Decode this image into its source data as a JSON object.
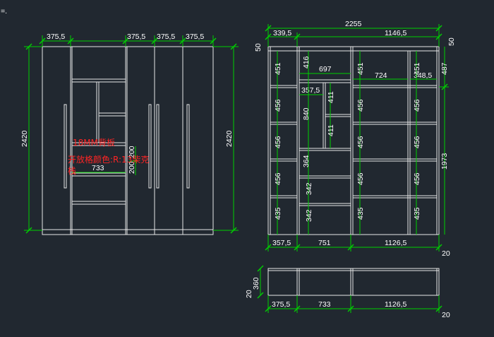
{
  "corner_mark": "=.",
  "left_view": {
    "top_dims": [
      "375,5",
      "375,5",
      "375,5",
      "375,5"
    ],
    "height_left": "2420",
    "height_right": "2420",
    "inner_dims": [
      "200",
      "200"
    ],
    "width_733": "733",
    "note_lines": [
      "18MM背板",
      "开放格颜色:R:13柴克",
      "栈"
    ]
  },
  "right_view": {
    "top_total": "2255",
    "top_left": "339,5",
    "top_right": "1146,5",
    "left_top_50": "50",
    "right_top_50": "50",
    "mid_697": "697",
    "mid_724": "724",
    "mid_357": "357,5",
    "mid_348": "348,5",
    "col1_dims": [
      "451",
      "456",
      "456",
      "456",
      "435"
    ],
    "col2_dims": [
      "416",
      "840",
      "364",
      "342",
      "342"
    ],
    "col3_dims": [
      "411",
      "411"
    ],
    "col4_dims": [
      "451",
      "456",
      "456",
      "456",
      "435"
    ],
    "col5_dims": [
      "451",
      "456",
      "456",
      "456",
      "435"
    ],
    "right_487": "487",
    "right_1973": "1973",
    "bottom_dims": [
      "357,5",
      "751",
      "1126,5"
    ],
    "bottom_20": "20"
  },
  "plan_view": {
    "depth": "360",
    "side_20": "20",
    "bottom_dims": [
      "375,5",
      "733",
      "1126,5"
    ],
    "bottom_20": "20"
  }
}
